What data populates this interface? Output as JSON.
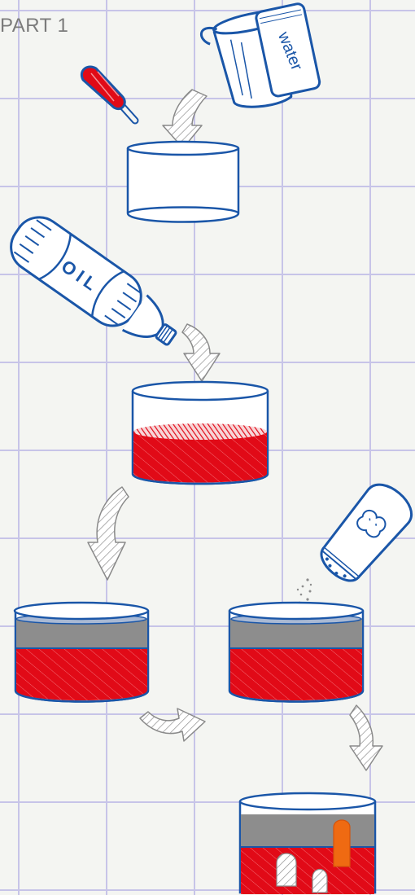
{
  "header": {
    "title": "PART 1"
  },
  "labels": {
    "jug": "water",
    "bottle": "OIL"
  },
  "colors": {
    "ink": "#1a56a8",
    "red": "#e10a17",
    "gray": "#8d8d8d",
    "orange": "#ef6a12",
    "paper": "#f4f5f2",
    "grid": "#c7c4e8"
  }
}
